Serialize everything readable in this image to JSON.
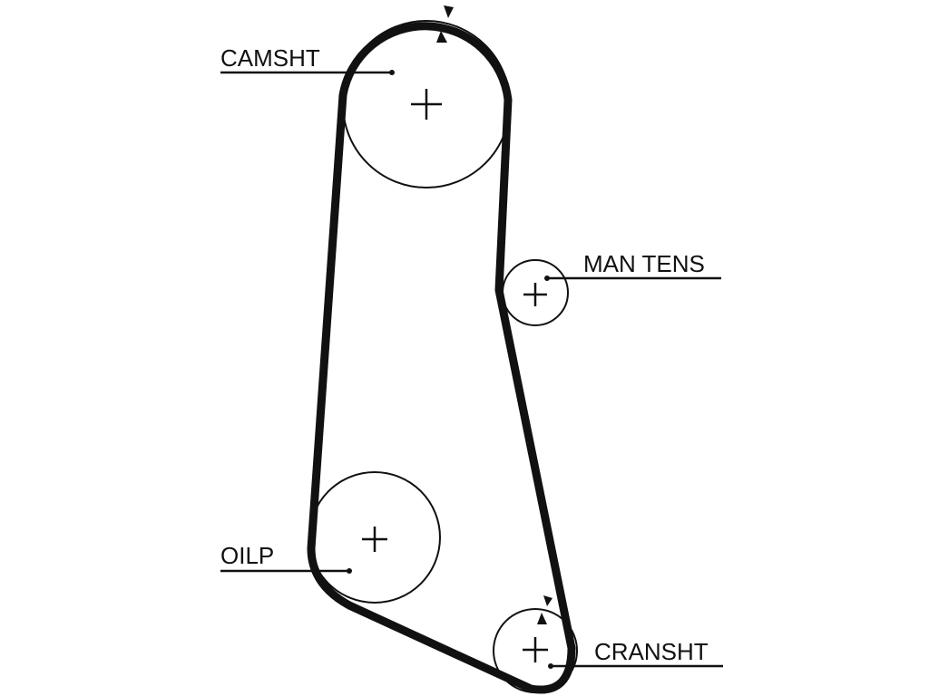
{
  "diagram": {
    "pulleys": {
      "camshaft": {
        "label": "CAMSHT"
      },
      "tensioner": {
        "label": "MAN TENS"
      },
      "oil_pump": {
        "label": "OILP"
      },
      "crankshaft": {
        "label": "CRANSHT"
      }
    },
    "colors": {
      "line": "#111111",
      "background": "#ffffff"
    }
  }
}
